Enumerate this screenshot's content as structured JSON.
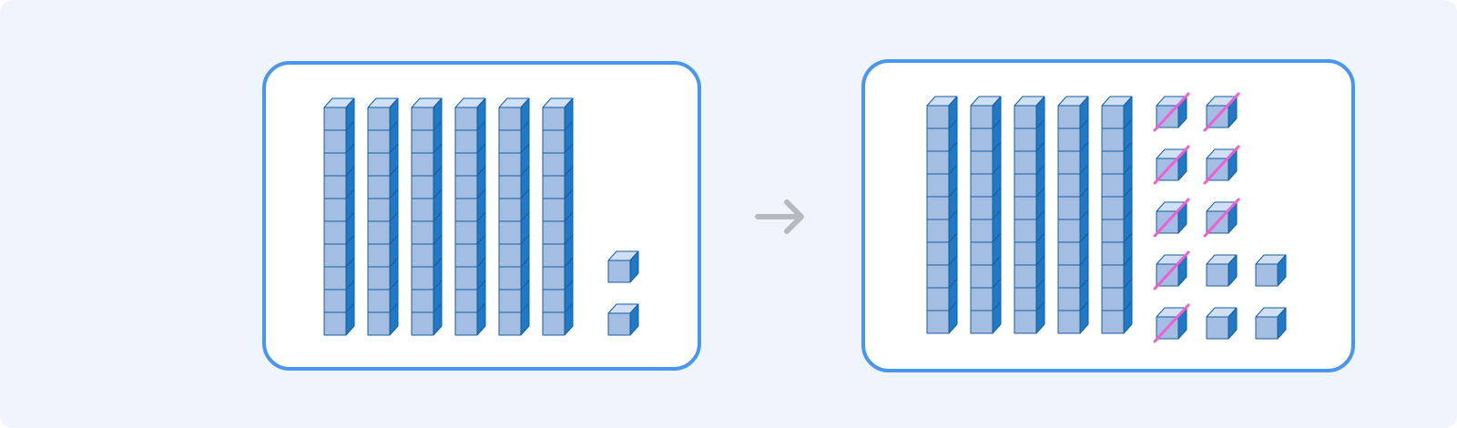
{
  "diagram": {
    "colors": {
      "background": "#f0f4fd",
      "panel_border": "#4896f0",
      "cube_front": "#a3bde3",
      "cube_top": "#cfe0f4",
      "cube_side": "#1f79c6",
      "cube_outline": "#155e9e",
      "cross_out": "#ee5fd1",
      "arrow": "#b6b9c0"
    },
    "icons": {
      "tens_rod": "ten-block-icon",
      "unit_cube": "unit-cube-icon",
      "transition": "arrow-right-icon",
      "cross_out": "strike-line-icon"
    },
    "before": {
      "tens_rods": 6,
      "ones_cubes": 2
    },
    "after": {
      "tens_rods": 5,
      "ones_cubes": 12,
      "crossed_out_ones": 8
    }
  }
}
